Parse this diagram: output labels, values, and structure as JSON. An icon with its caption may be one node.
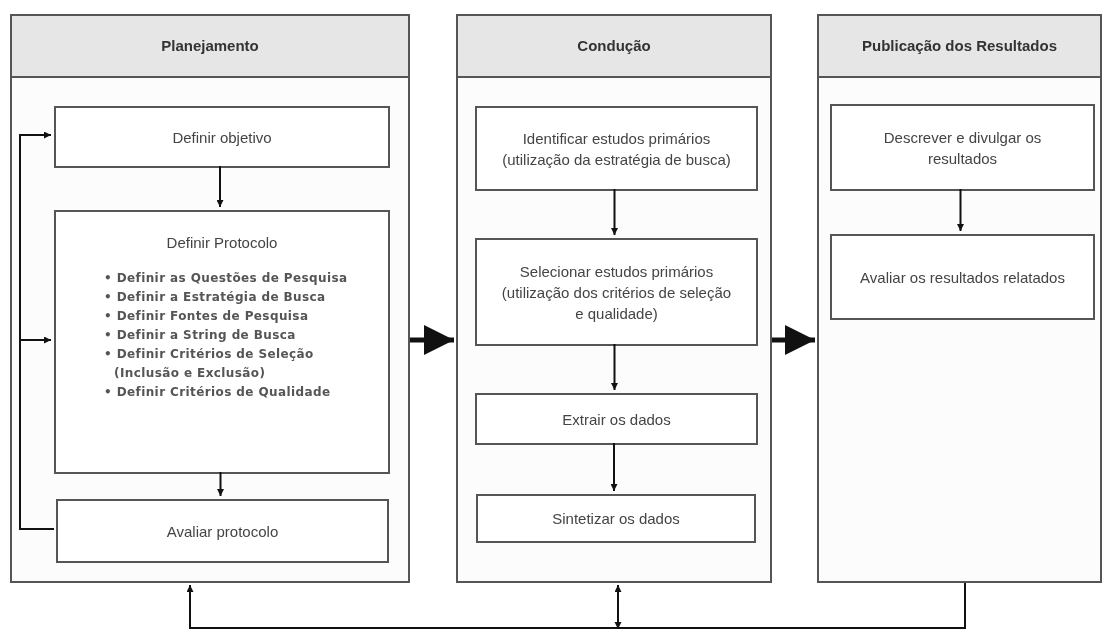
{
  "diagram": {
    "nodes": [
      {
        "text": [
          "Planejamento"
        ]
      },
      {
        "text": [
          "Definir objetivo"
        ],
        "in": 0
      },
      {
        "text": [
          "Definir Protocolo",
          "• Definir as Questões de Pesquisa",
          "• Definir a Estratégia de Busca",
          "• Definir Fontes de Pesquisa",
          "• Definir a String de Busca",
          "• Definir Critérios de Seleção (Inclusão e Exclusão)",
          "• Definir Critérios de Qualidade"
        ],
        "in": 0
      },
      {
        "text": [
          "Avaliar protocolo"
        ],
        "in": 0
      },
      {
        "text": [
          "Condução"
        ]
      },
      {
        "text": [
          "Identificar estudos primários (utilização da estratégia de busca)"
        ],
        "in": 4
      },
      {
        "text": [
          "Selecionar estudos primários (utilização dos critérios de seleção e qualidade)"
        ],
        "in": 4
      },
      {
        "text": [
          "Extrair os dados"
        ],
        "in": 4
      },
      {
        "text": [
          "Sintetizar os dados"
        ],
        "in": 4
      },
      {
        "text": [
          "Publicação dos Resultados"
        ]
      },
      {
        "text": [
          "Descrever e divulgar os resultados"
        ],
        "in": 9
      },
      {
        "text": [
          "Avaliar os resultados relatados"
        ],
        "in": 9
      }
    ],
    "edges": [
      {
        "from": 1,
        "to": 2,
        "arrow": "to"
      },
      {
        "from": 2,
        "to": 3,
        "arrow": "to"
      },
      {
        "from": 3,
        "to": 1,
        "arrow": "to"
      },
      {
        "from": 3,
        "to": 2,
        "arrow": "to"
      },
      {
        "from": 0,
        "to": 4,
        "arrow": "to",
        "style": "thick"
      },
      {
        "from": 4,
        "to": 9,
        "arrow": "to",
        "style": "thick"
      },
      {
        "from": 5,
        "to": 6,
        "arrow": "to"
      },
      {
        "from": 6,
        "to": 7,
        "arrow": "to"
      },
      {
        "from": 7,
        "to": 8,
        "arrow": "to"
      },
      {
        "from": 10,
        "to": 11,
        "arrow": "to"
      },
      {
        "from": 9,
        "to": 0,
        "arrow": "to"
      },
      {
        "from": 9,
        "to": 4,
        "arrow": "to"
      }
    ]
  }
}
